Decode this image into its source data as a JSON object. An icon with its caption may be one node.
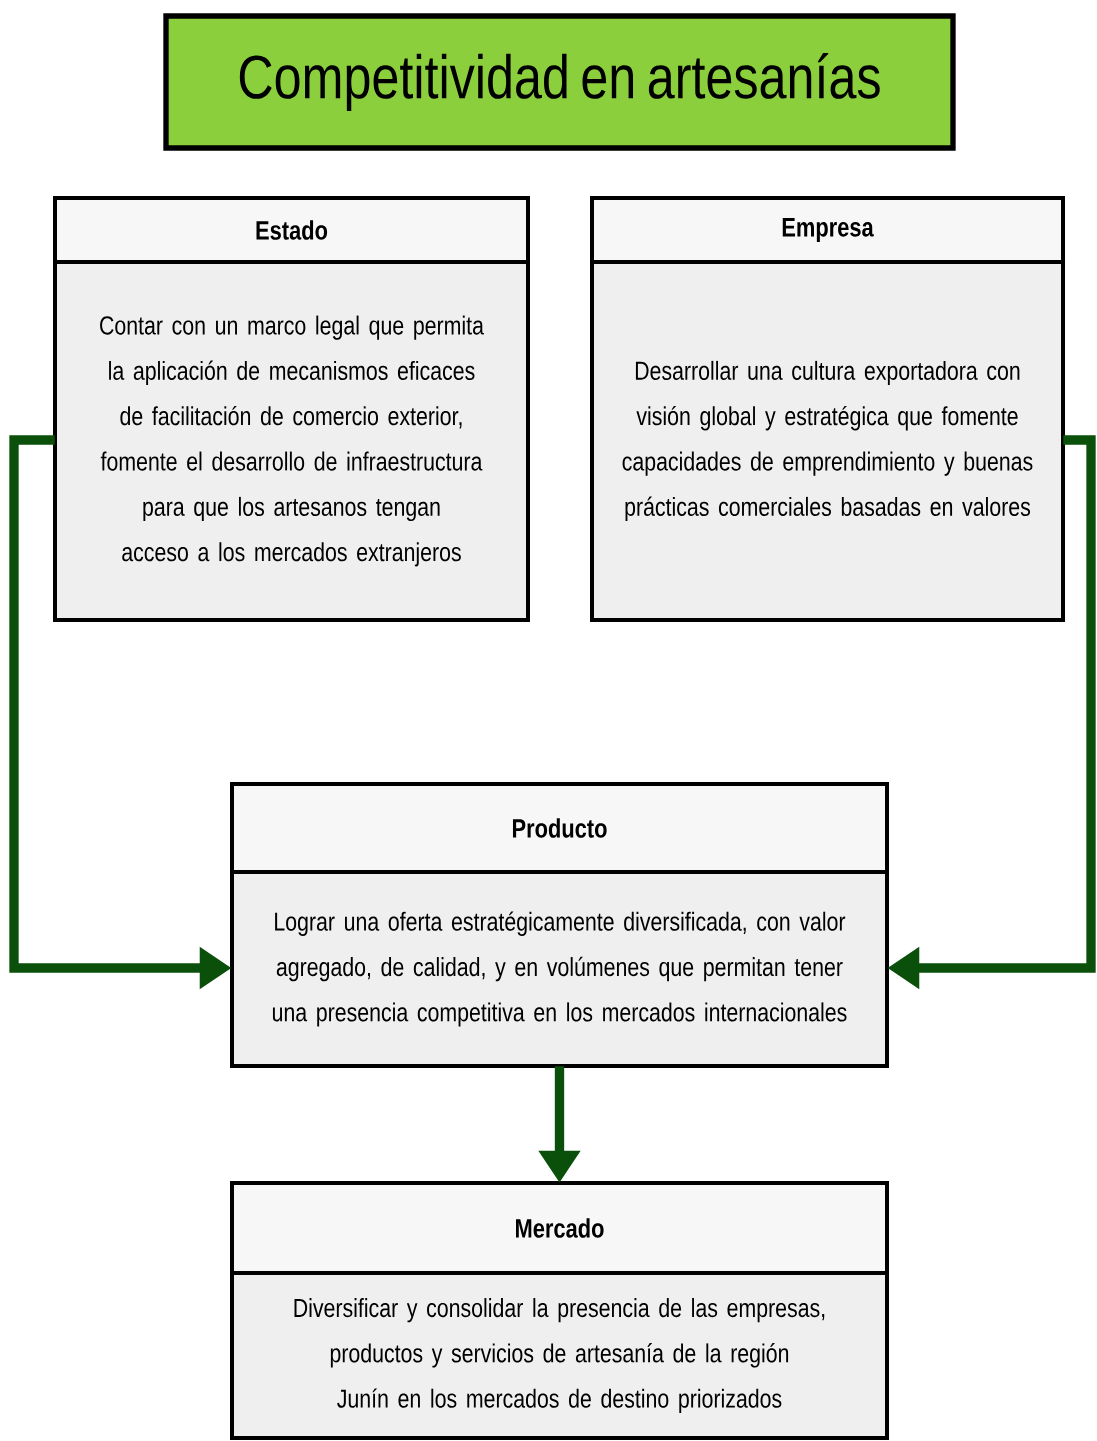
{
  "diagram": {
    "nodes": [
      {
        "text": [
          "Competitividad en artesanías"
        ]
      },
      {
        "text": [
          "Estado",
          "Contar con un marco legal que permita la aplicación de mecanismos eficaces de facilitación de comercio exterior, fomente el desarrollo de infraestructura para que los artesanos tengan acceso a los mercados extranjeros"
        ]
      },
      {
        "text": [
          "Empresa",
          "Desarrollar una cultura exportadora con visión global y estratégica que fomente capacidades de emprendimiento y buenas prácticas comerciales basadas en valores"
        ]
      },
      {
        "text": [
          "Producto",
          "Lograr una oferta estratégicamente diversificada, con valor agregado, de calidad, y en volúmenes que permitan tener una presencia competitiva en los mercados internacionales"
        ]
      },
      {
        "text": [
          "Mercado",
          "Diversificar y consolidar la presencia de las empresas, productos y servicios de artesanía de la región Junín en los mercados de destino priorizados"
        ]
      }
    ],
    "edges": [
      {
        "from": 1,
        "to": 3,
        "arrow": "to"
      },
      {
        "from": 2,
        "to": 3,
        "arrow": "to"
      },
      {
        "from": 3,
        "to": 4,
        "arrow": "to"
      }
    ]
  }
}
